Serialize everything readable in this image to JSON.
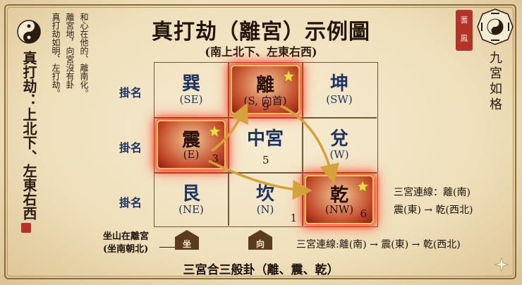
{
  "title": "真打劫（離宮）示例圖",
  "subtitle": "(南上北下、左東右西)",
  "left_panel": {
    "vertical_title": "真打劫：上北下、左東右西",
    "note_lines": [
      "和心在他的、離南化。",
      "離宮地，向宮沒有卦",
      "真打劫如明、左打劫。"
    ]
  },
  "right_panel": {
    "seal_text": [
      "蓍",
      "鳳"
    ],
    "vertical_title": "九宮如格"
  },
  "row_labels": [
    "掛名",
    "掛名",
    "掛名"
  ],
  "grid": {
    "cells": [
      {
        "name": "巽",
        "dir": "(SE)",
        "num": "",
        "highlight": false
      },
      {
        "name": "離",
        "dir": "(S, 向首)",
        "num": "9",
        "highlight": true
      },
      {
        "name": "坤",
        "dir": "(SW)",
        "num": "",
        "highlight": false
      },
      {
        "name": "震",
        "dir": "(E)",
        "num": "3",
        "highlight": true
      },
      {
        "name": "中宮",
        "dir": "",
        "num": "5",
        "highlight": false
      },
      {
        "name": "兌",
        "dir": "(W)",
        "num": "",
        "highlight": false
      },
      {
        "name": "艮",
        "dir": "(NE)",
        "num": "",
        "highlight": false
      },
      {
        "name": "坎",
        "dir": "(N)",
        "num": "1",
        "highlight": false
      },
      {
        "name": "乾",
        "dir": "(NW)",
        "num": "6",
        "highlight": true
      }
    ]
  },
  "notes": {
    "right_line1": "三宮連線：離(南)",
    "right_line2": "震(東) → 乾(西北)",
    "bottom_line": "三宮連線:離(南) → 震(東) → 乾(西北)",
    "sit_line1": "坐山在離宮",
    "sit_line2": "(坐南朝北)"
  },
  "markers": {
    "sit": "坐",
    "face": "向"
  },
  "bottom_caption": "三宮合三般卦（離、震、乾）",
  "colors": {
    "highlight": "#c24a2a",
    "glow": "#ff2814",
    "arrow": "#d4a23a",
    "text_blue": "#1f3460"
  },
  "icons": [
    "yin-yang-icon",
    "bagua-icon",
    "star-icon",
    "sparkle-icon"
  ]
}
